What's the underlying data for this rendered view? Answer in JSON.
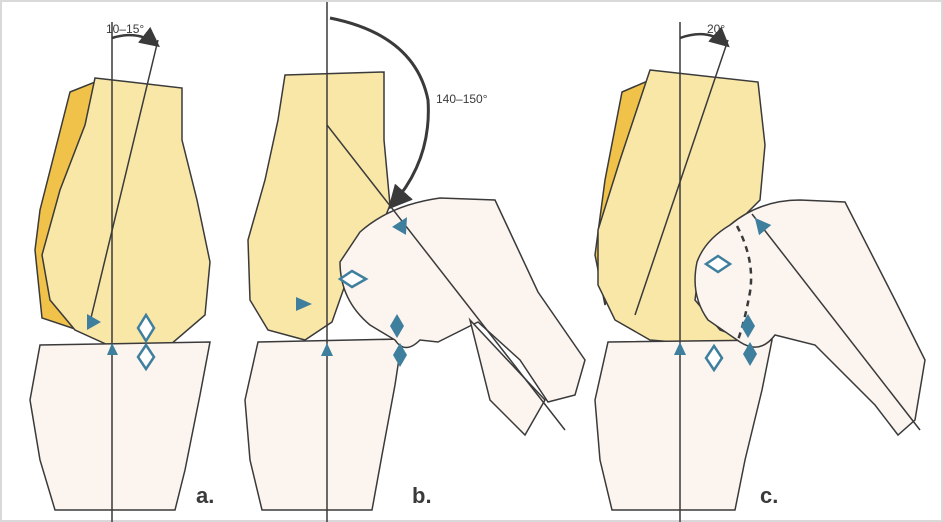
{
  "panels": [
    {
      "id": "a",
      "label": "a.",
      "angle": "10–15°"
    },
    {
      "id": "b",
      "label": "b.",
      "angle": "140–150°"
    },
    {
      "id": "c",
      "label": "c.",
      "angle": "20°"
    }
  ],
  "colors": {
    "bone_upper": "#f9e7a8",
    "bone_upper_shadow": "#f0c24a",
    "bone_lower": "#fbf4ef",
    "outline": "#3a3a3a",
    "marker": "#3f7f9e",
    "border": "#d9d9d9"
  }
}
